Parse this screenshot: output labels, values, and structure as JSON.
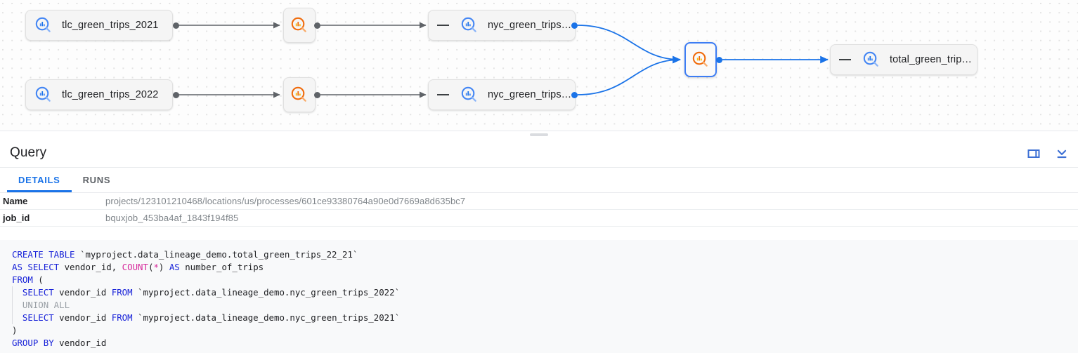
{
  "graph": {
    "nodes": [
      {
        "id": "tlc2021",
        "type": "table",
        "label": "tlc_green_trips_2021",
        "icon": "bigquery-table-icon",
        "has_dash": false,
        "selected": false
      },
      {
        "id": "tlc2022",
        "type": "table",
        "label": "tlc_green_trips_2022",
        "icon": "bigquery-table-icon",
        "has_dash": false,
        "selected": false
      },
      {
        "id": "proc1",
        "type": "process",
        "label": "",
        "icon": "bigquery-process-icon",
        "selected": false
      },
      {
        "id": "proc2",
        "type": "process",
        "label": "",
        "icon": "bigquery-process-icon",
        "selected": false
      },
      {
        "id": "nyc1",
        "type": "table",
        "label": "nyc_green_trips…",
        "icon": "bigquery-table-icon",
        "has_dash": true,
        "selected": false
      },
      {
        "id": "nyc2",
        "type": "table",
        "label": "nyc_green_trips…",
        "icon": "bigquery-table-icon",
        "has_dash": true,
        "selected": false
      },
      {
        "id": "proc3",
        "type": "process",
        "label": "",
        "icon": "bigquery-process-icon",
        "selected": true
      },
      {
        "id": "total",
        "type": "table",
        "label": "total_green_trip…",
        "icon": "bigquery-table-icon",
        "has_dash": true,
        "selected": false
      }
    ],
    "colors": {
      "edge_gray": "#5f6368",
      "edge_blue": "#1a73e8",
      "node_icon_blue": "#4285f4",
      "node_icon_orange": "#f06a0a",
      "selected_border": "#3d7df4"
    }
  },
  "panel": {
    "title": "Query",
    "actions": [
      {
        "name": "split-pane-icon",
        "tooltip": "Split pane"
      },
      {
        "name": "collapse-down-icon",
        "tooltip": "Collapse"
      }
    ],
    "tabs": [
      {
        "label": "DETAILS",
        "active": true
      },
      {
        "label": "RUNS",
        "active": false
      }
    ],
    "details": [
      {
        "key": "Name",
        "value": "projects/123101210468/locations/us/processes/601ce93380764a90e0d7669a8d635bc7"
      },
      {
        "key": "job_id",
        "value": "bquxjob_453ba4af_1843f194f85"
      }
    ]
  },
  "sql": {
    "lines": [
      [
        {
          "t": "kw",
          "s": "CREATE TABLE"
        },
        {
          "t": "txt",
          "s": " `myproject.data_lineage_demo.total_green_trips_22_21`"
        }
      ],
      [
        {
          "t": "kw",
          "s": "AS SELECT"
        },
        {
          "t": "txt",
          "s": " vendor_id, "
        },
        {
          "t": "fn",
          "s": "COUNT"
        },
        {
          "t": "txt",
          "s": "("
        },
        {
          "t": "op",
          "s": "*"
        },
        {
          "t": "txt",
          "s": ") "
        },
        {
          "t": "kw",
          "s": "AS"
        },
        {
          "t": "txt",
          "s": " number_of_trips"
        }
      ],
      [
        {
          "t": "kw",
          "s": "FROM"
        },
        {
          "t": "txt",
          "s": " ("
        }
      ],
      [
        {
          "t": "txt",
          "s": "  "
        },
        {
          "t": "kw",
          "s": "SELECT"
        },
        {
          "t": "txt",
          "s": " vendor_id "
        },
        {
          "t": "kw",
          "s": "FROM"
        },
        {
          "t": "txt",
          "s": " `myproject.data_lineage_demo.nyc_green_trips_2022`"
        }
      ],
      [
        {
          "t": "txt",
          "s": "  "
        },
        {
          "t": "mut",
          "s": "UNION ALL"
        }
      ],
      [
        {
          "t": "txt",
          "s": "  "
        },
        {
          "t": "kw",
          "s": "SELECT"
        },
        {
          "t": "txt",
          "s": " vendor_id "
        },
        {
          "t": "kw",
          "s": "FROM"
        },
        {
          "t": "txt",
          "s": " `myproject.data_lineage_demo.nyc_green_trips_2021`"
        }
      ],
      [
        {
          "t": "txt",
          "s": ")"
        }
      ],
      [
        {
          "t": "kw",
          "s": "GROUP BY"
        },
        {
          "t": "txt",
          "s": " vendor_id"
        }
      ]
    ]
  }
}
